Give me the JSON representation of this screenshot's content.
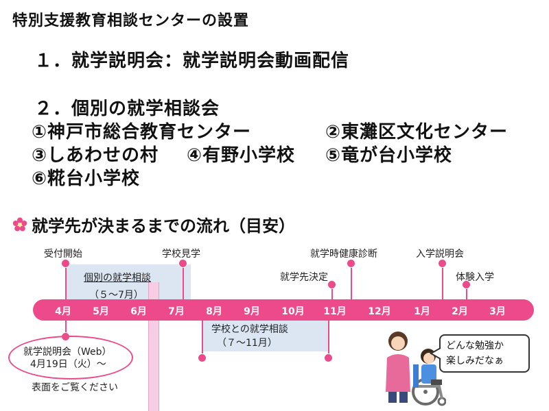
{
  "slide": {
    "title": "特別支援教育相談センターの設置",
    "item1": "１．就学説明会：就学説明会動画配信",
    "item2": "２．個別の就学相談会",
    "venues_row1_a": "①神戸市総合教育センター",
    "venues_row1_b": "②東灘区文化センター",
    "venues_row2_a": "③しあわせの村",
    "venues_row2_b": "④有野小学校",
    "venues_row2_c": "⑤竜が台小学校",
    "venues_row3_a": "⑥糀台小学校"
  },
  "timeline": {
    "heading": "就学先が決まるまでの流れ（目安）",
    "months": [
      "4月",
      "5月",
      "6月",
      "7月",
      "8月",
      "9月",
      "10月",
      "11月",
      "12月",
      "1月",
      "2月",
      "3月"
    ],
    "events": {
      "reception": "受付開始",
      "school_visit": "学校見学",
      "individual_consult": "個別の就学相談",
      "individual_period": "（５～7月）",
      "decision": "就学先決定",
      "health_check": "就学時健康診断",
      "entrance_briefing": "入学説明会",
      "trial_entry": "体験入学",
      "school_consult": "学校との就学相談",
      "school_consult_period": "（７～11月）",
      "web_briefing_line1": "就学説明会（Web）",
      "web_briefing_line2": "4月19日（火）～",
      "see_back": "表面をご覧ください"
    },
    "speech": {
      "line1": "どんな勉強か",
      "line2": "楽しみだなぁ"
    }
  },
  "colors": {
    "accent_pink": "#ec4a8a",
    "shade_blue": "#dbe6f2",
    "light_pink": "#f6cde4"
  }
}
